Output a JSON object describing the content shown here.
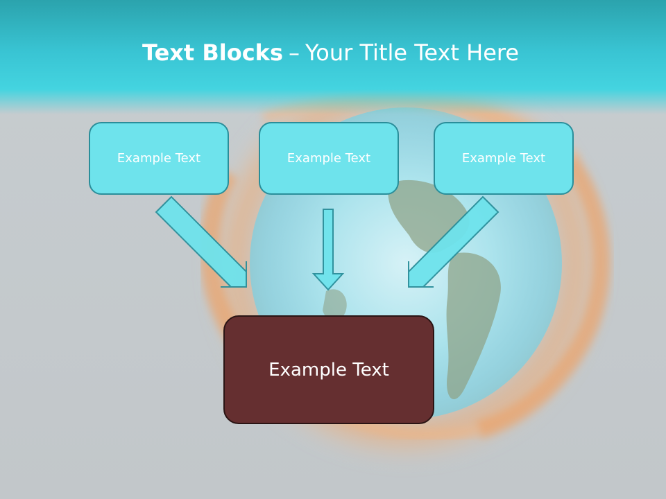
{
  "title": {
    "bold": "Text Blocks",
    "dash": "–",
    "rest": "Your Title Text Here"
  },
  "blocks": [
    {
      "label": "Example Text"
    },
    {
      "label": "Example Text"
    },
    {
      "label": "Example Text"
    }
  ],
  "main_block": {
    "label": "Example Text"
  },
  "colors": {
    "header": "#39c4d3",
    "block_fill": "#6ee3ec",
    "block_border": "#2a8e9a",
    "main_fill": "#652f30",
    "arrow_fill": "#6ee3ec",
    "arrow_stroke": "#2a8e9a"
  },
  "icons": [
    "fire-globe-illustration",
    "arrow-down-right-icon",
    "arrow-down-icon",
    "arrow-down-left-icon"
  ]
}
